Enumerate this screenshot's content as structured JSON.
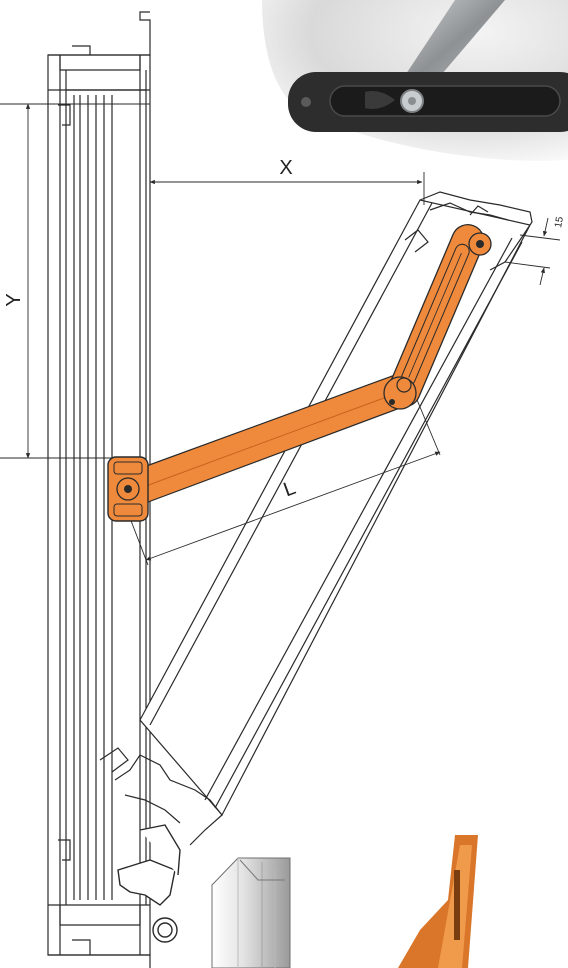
{
  "diagram": {
    "labels": {
      "x": "X",
      "y": "Y",
      "l": "L",
      "dim15": "15"
    },
    "colors": {
      "stay_arm": "#ef8a3c",
      "stay_arm_dark": "#c8621c",
      "line": "#2a2a2a",
      "background": "#ffffff",
      "photo_dark": "#2d2d2d",
      "metal": "#a8abae"
    }
  }
}
